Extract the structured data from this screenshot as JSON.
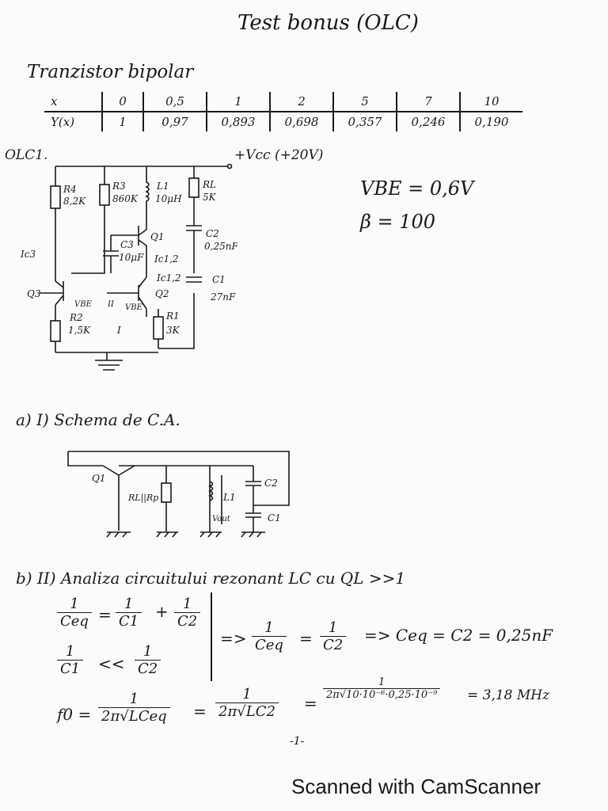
{
  "title": "Test bonus (OLC)",
  "section1": "Tranzistor bipolar",
  "table": {
    "rows": [
      [
        "x",
        "0",
        "0,5",
        "1",
        "2",
        "5",
        "7",
        "10"
      ],
      [
        "Y(x)",
        "1",
        "0,97",
        "0,893",
        "0,698",
        "0,357",
        "0,246",
        "0,190"
      ]
    ]
  },
  "circuit1": {
    "heading": "OLC1.",
    "vcc": "+Vcc (+20V)",
    "labels": {
      "r4": "R4",
      "r4_val": "8,2K",
      "r3": "R3",
      "r3_val": "860K",
      "l1": "L1",
      "l1_val": "10μH",
      "rl": "RL",
      "rl_val": "5K",
      "q1": "Q1",
      "c3": "C3",
      "c3_val": "10μF",
      "ic12_a": "Ic1,2",
      "ic12_b": "Ic1,2",
      "c2": "C2",
      "c2_val": "0,25nF",
      "c1": "C1",
      "c1_val": "27nF",
      "ic3": "Ic3",
      "q3": "Q3",
      "vbe3": "VBE",
      "loop2": "II",
      "vbe2": "VBE",
      "q2": "Q2",
      "r2": "R2",
      "r2_val": "1,5K",
      "loop1": "I",
      "r1": "R1",
      "r1_val": "3K"
    }
  },
  "given": {
    "vbe": "VBE = 0,6V",
    "beta": "β = 100"
  },
  "part_a": "a) I) Schema de C.A.",
  "circuit2": {
    "labels": {
      "q1": "Q1",
      "rlrp": "RL||Rp",
      "l1": "L1",
      "vout": "Vout",
      "c2": "C2",
      "c1": "C1"
    }
  },
  "part_b": "b) II) Analiza circuitului rezonant LC cu QL >>1",
  "eq": {
    "one": "1",
    "ceq": "Ceq",
    "c1": "C1",
    "c2": "C2",
    "plus": "+",
    "eqs": "=",
    "ll": "<<",
    "impl": "=>",
    "result_c": "=> Ceq = C2 = 0,25nF",
    "f0": "f0 =",
    "f0_d1": "2π√LCeq",
    "f0_d2": "2π√LC2",
    "f0_d3": "2π√10·10⁻⁶·0,25·10⁻⁹",
    "f0_result": "= 3,18 MHz"
  },
  "page_number": "-1-",
  "footer": "Scanned with CamScanner"
}
